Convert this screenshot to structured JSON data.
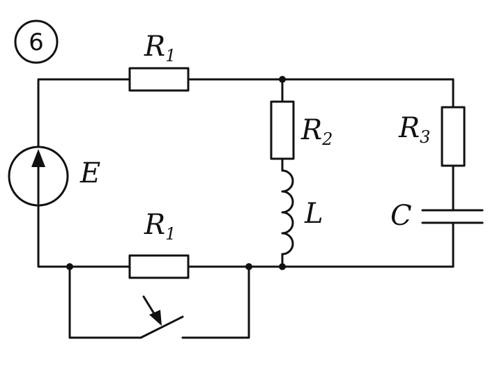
{
  "diagram_number": "6",
  "components": {
    "source": {
      "symbol": "E"
    },
    "r1_top": {
      "symbol": "R",
      "subscript": "1"
    },
    "r1_bottom": {
      "symbol": "R",
      "subscript": "1"
    },
    "r2": {
      "symbol": "R",
      "subscript": "2"
    },
    "r3": {
      "symbol": "R",
      "subscript": "3"
    },
    "inductor": {
      "symbol": "L"
    },
    "capacitor": {
      "symbol": "C"
    }
  },
  "colors": {
    "line": "#111111",
    "background": "#ffffff"
  }
}
